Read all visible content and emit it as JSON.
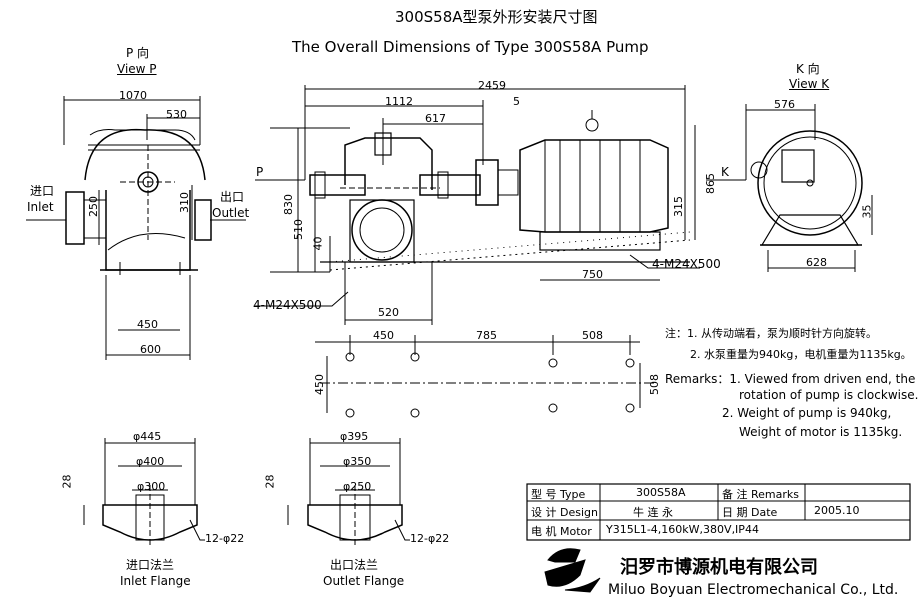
{
  "title": {
    "cn": "300S58A型泵外形安装尺寸图",
    "en": "The Overall Dimensions of Type 300S58A Pump"
  },
  "view_p": {
    "cn": "P 向",
    "en": "View P"
  },
  "view_k": {
    "cn": "K 向",
    "en": "View K"
  },
  "labels": {
    "inlet_cn": "进口",
    "inlet_en": "Inlet",
    "outlet_cn": "出口",
    "outlet_en": "Outlet",
    "p": "P",
    "k": "K",
    "bolt_left": "4-M24X500",
    "bolt_right": "4-M24X500"
  },
  "dims": {
    "d1070": "1070",
    "d530": "530",
    "d250": "250",
    "d310": "310",
    "d450a": "450",
    "d600": "600",
    "d2459": "2459",
    "d1112": "1112",
    "d5": "5",
    "d617": "617",
    "d830": "830",
    "d510": "510",
    "d40": "40",
    "d865": "865",
    "d315": "315",
    "d750": "750",
    "d520": "520",
    "d576": "576",
    "d35": "35",
    "d628": "628",
    "f450": "450",
    "f785": "785",
    "f508a": "508",
    "f450v": "450",
    "f508v": "508"
  },
  "notes": {
    "cn_head": "注：1. 从传动端看，泵为顺时针方向旋转。",
    "cn_2": "2. 水泵重量为940kg，电机重量为1135kg。",
    "en_head": "Remarks：1. Viewed from driven end, the",
    "en_1b": "rotation of pump is  clockwise.",
    "en_2a": "2. Weight of pump is 940kg,",
    "en_2b": "Weight of motor is 1135kg."
  },
  "inlet_flange": {
    "d1": "φ445",
    "d2": "φ400",
    "d3": "φ300",
    "t": "28",
    "holes": "12-φ22",
    "cn": "进口法兰",
    "en": "Inlet Flange"
  },
  "outlet_flange": {
    "d1": "φ395",
    "d2": "φ350",
    "d3": "φ250",
    "t": "28",
    "holes": "12-φ22",
    "cn": "出口法兰",
    "en": "Outlet Flange"
  },
  "table": {
    "type_label": "型 号 Type",
    "type_value": "300S58A",
    "note_label": "备 注 Remarks",
    "design_label": "设 计 Design",
    "design_value": "牛 连 永",
    "date_label": "日 期 Date",
    "date_value": "2005.10",
    "motor_label": "电 机 Motor",
    "motor_value": "Y315L1-4,160kW,380V,IP44"
  },
  "company": {
    "cn": "汨罗市博源机电有限公司",
    "en": "Miluo Boyuan Electromechanical Co., Ltd."
  }
}
